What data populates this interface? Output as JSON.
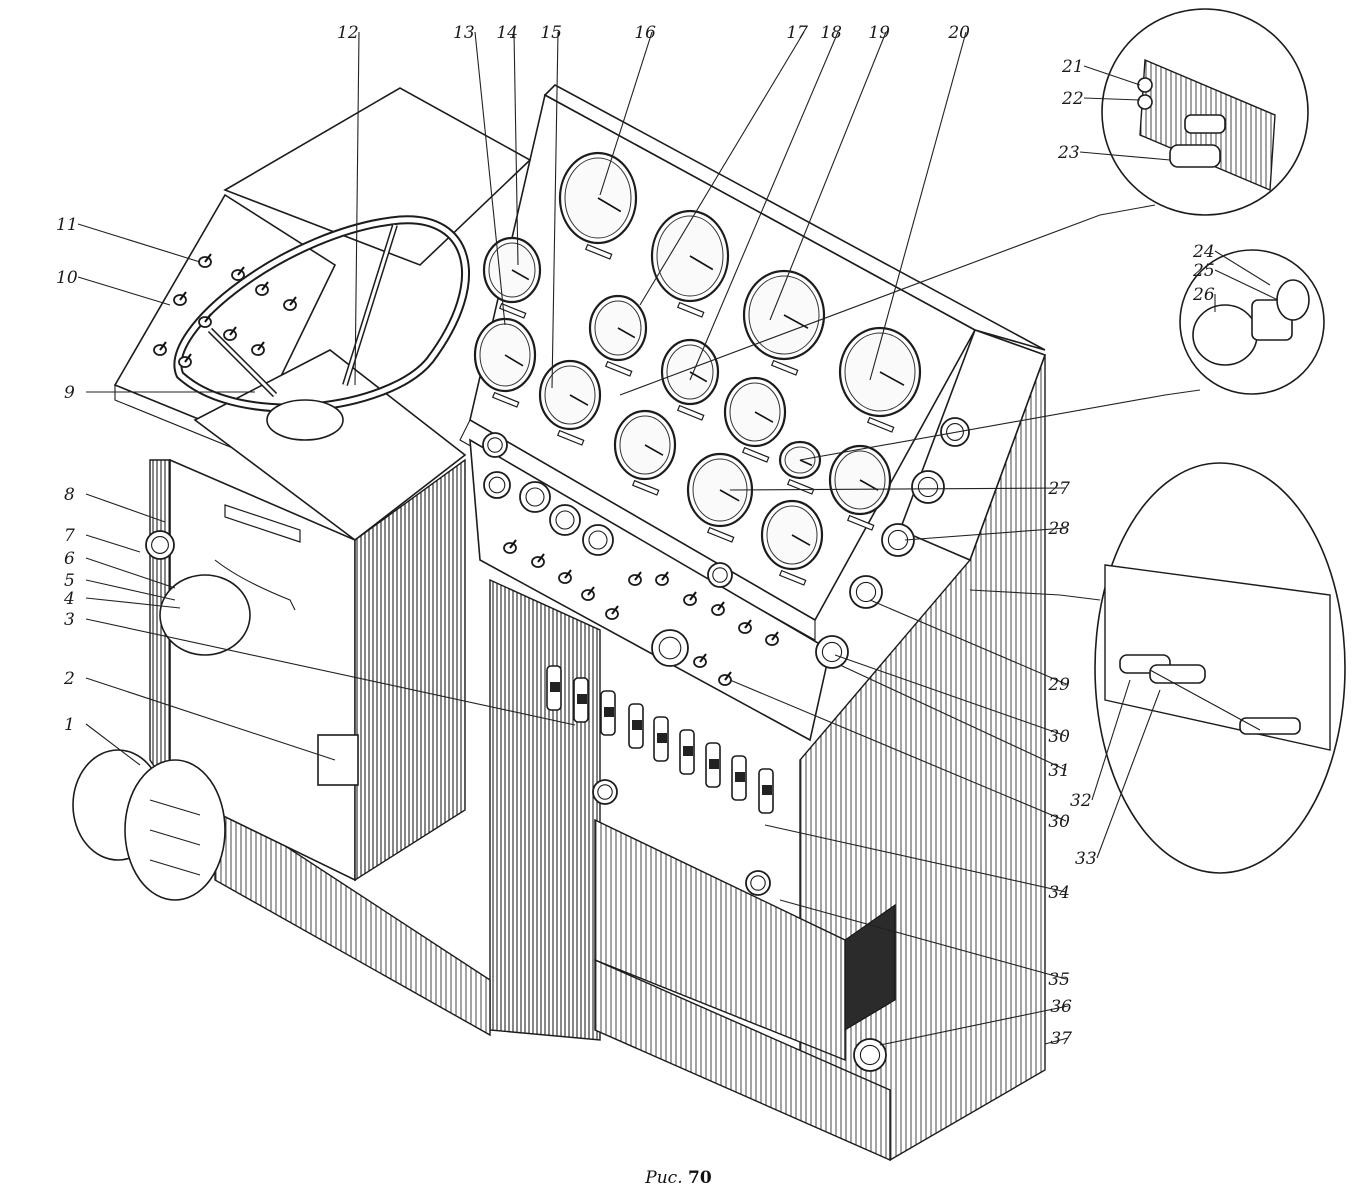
{
  "figure": {
    "caption_prefix": "Рис.",
    "caption_number": "70"
  },
  "callouts": [
    "1",
    "2",
    "3",
    "4",
    "5",
    "6",
    "7",
    "8",
    "9",
    "10",
    "11",
    "12",
    "13",
    "14",
    "15",
    "16",
    "17",
    "18",
    "19",
    "20",
    "21",
    "22",
    "23",
    "24",
    "25",
    "26",
    "27",
    "28",
    "29",
    "30",
    "31",
    "30",
    "32",
    "33",
    "34",
    "35",
    "36",
    "37"
  ]
}
